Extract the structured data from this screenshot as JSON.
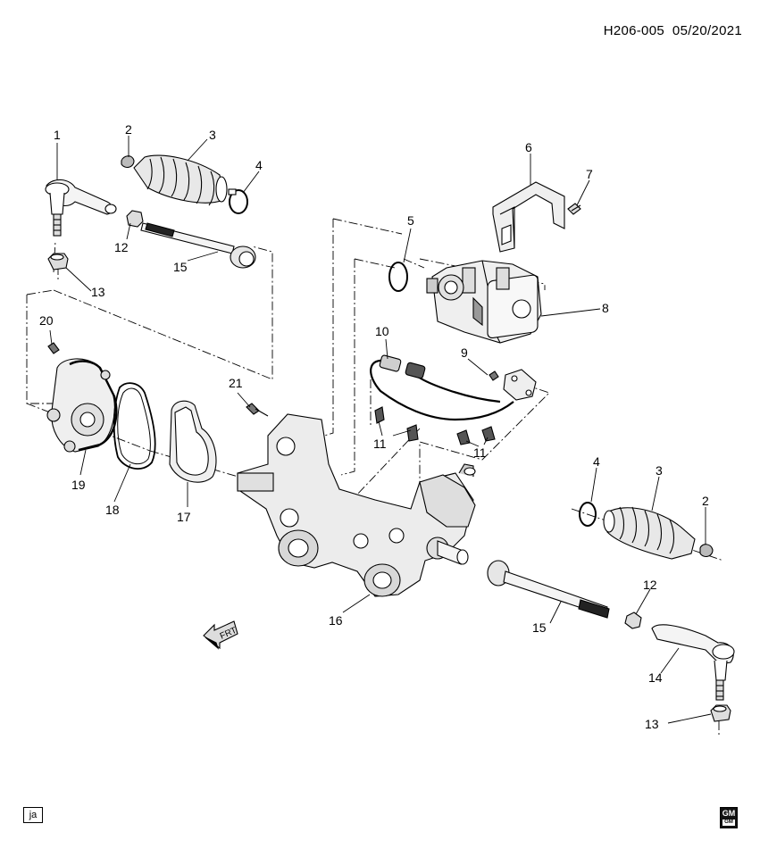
{
  "header": {
    "diagram_code": "H206-005",
    "date": "05/20/2021"
  },
  "callouts": [
    {
      "id": "c1",
      "label": "1"
    },
    {
      "id": "c2a",
      "label": "2"
    },
    {
      "id": "c3a",
      "label": "3"
    },
    {
      "id": "c4a",
      "label": "4"
    },
    {
      "id": "c5",
      "label": "5"
    },
    {
      "id": "c6",
      "label": "6"
    },
    {
      "id": "c7",
      "label": "7"
    },
    {
      "id": "c8",
      "label": "8"
    },
    {
      "id": "c9",
      "label": "9"
    },
    {
      "id": "c10",
      "label": "10"
    },
    {
      "id": "c11a",
      "label": "11"
    },
    {
      "id": "c11b",
      "label": "11"
    },
    {
      "id": "c12a",
      "label": "12"
    },
    {
      "id": "c13a",
      "label": "13"
    },
    {
      "id": "c15a",
      "label": "15"
    },
    {
      "id": "c20",
      "label": "20"
    },
    {
      "id": "c21",
      "label": "21"
    },
    {
      "id": "c19",
      "label": "19"
    },
    {
      "id": "c18",
      "label": "18"
    },
    {
      "id": "c17",
      "label": "17"
    },
    {
      "id": "c16",
      "label": "16"
    },
    {
      "id": "c4b",
      "label": "4"
    },
    {
      "id": "c3b",
      "label": "3"
    },
    {
      "id": "c2b",
      "label": "2"
    },
    {
      "id": "c12b",
      "label": "12"
    },
    {
      "id": "c15b",
      "label": "15"
    },
    {
      "id": "c14",
      "label": "14"
    },
    {
      "id": "c13b",
      "label": "13"
    }
  ],
  "frt_label": "FRT",
  "footer": {
    "badge": "ja",
    "logo_top": "GM",
    "logo_bottom": "GM"
  },
  "colors": {
    "line": "#000000",
    "fill_light": "#f2f2f2",
    "fill_mid": "#d9d9d9",
    "fill_dark": "#8c8c8c"
  }
}
